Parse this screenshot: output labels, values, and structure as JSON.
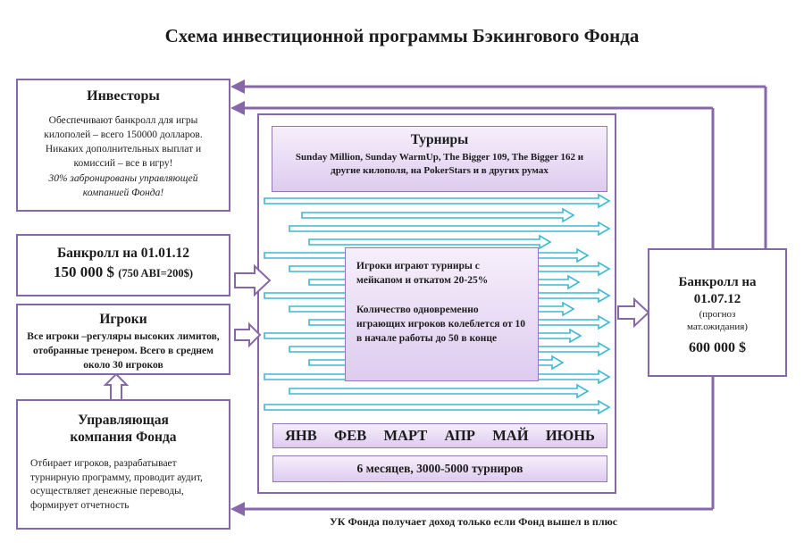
{
  "title": "Схема инвестиционной программы Бэкингового Фонда",
  "colors": {
    "purple": "#8668a8",
    "purple_light": "#e6d7f1",
    "cyan": "#3eb7d2"
  },
  "left_column": {
    "investors": {
      "title": "Инвесторы",
      "body": "Обеспечивают банкролл для игры килополей – всего 150000 долларов. Никаких дополнительных выплат и комиссий – все в игру!",
      "note": "30%  забронированы управляющей компанией Фонда!"
    },
    "bankroll_start": {
      "title": "Банкролл на 01.01.12",
      "amount": "150 000 $ ",
      "detail": "(750 ABI=200$)"
    },
    "players": {
      "title": "Игроки",
      "body": "Все игроки –регуляры высоких лимитов, отобранные тренером. Всего в среднем около 30 игроков"
    },
    "management": {
      "title": "Управляющая компания Фонда",
      "body": "Отбирает игроков, разрабатывает турнирную программу, проводит аудит, осуществляет денежные переводы, формирует отчетность"
    }
  },
  "center": {
    "tournaments": {
      "title": "Турниры",
      "body": "Sunday Million, Sunday WarmUp, The Bigger 109, The Bigger 162 и другие килополя, на PokerStars и в других румах"
    },
    "info_box": {
      "p1": "Игроки играют турниры с мейкапом и откатом 20-25%",
      "p2": "Количество одновременно играющих игроков колеблется от 10 в начале работы до 50 в конце"
    },
    "months": [
      "ЯНВ",
      "ФЕВ",
      "МАРТ",
      "АПР",
      "МАЙ",
      "ИЮНЬ"
    ],
    "duration": "6 месяцев, 3000-5000 турниров"
  },
  "right_box": {
    "line1": "Банкролл на",
    "line2": "01.07.12",
    "note1": "(прогноз",
    "note2": "мат.ожидания)",
    "amount": "600 000 $"
  },
  "footer_note": "УК Фонда получает доход только если Фонд вышел в плюс"
}
